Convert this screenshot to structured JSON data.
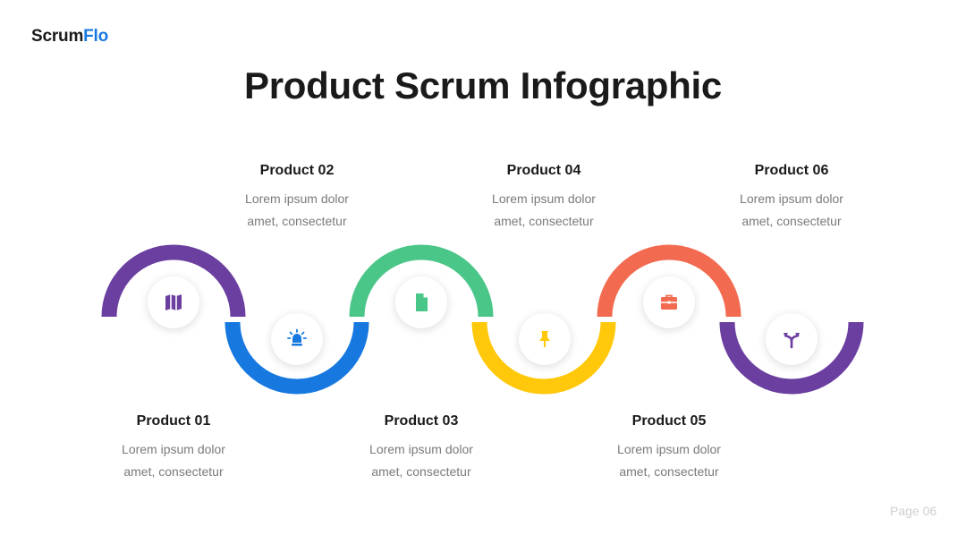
{
  "brand": {
    "part1": "Scrum",
    "part2": "Flo"
  },
  "title": "Product Scrum Infographic",
  "colors": {
    "purple": "#6b3fa0",
    "blue": "#1779e0",
    "green": "#4bc689",
    "yellow": "#ffc80a",
    "orange": "#f26b50"
  },
  "steps": [
    {
      "name": "Product 01",
      "desc1": "Lorem ipsum dolor",
      "desc2": "amet, consectetur",
      "icon": "map-icon"
    },
    {
      "name": "Product 02",
      "desc1": "Lorem ipsum dolor",
      "desc2": "amet, consectetur",
      "icon": "lightbulb-icon"
    },
    {
      "name": "Product 03",
      "desc1": "Lorem ipsum dolor",
      "desc2": "amet, consectetur",
      "icon": "document-icon"
    },
    {
      "name": "Product 04",
      "desc1": "Lorem ipsum dolor",
      "desc2": "amet, consectetur",
      "icon": "pushpin-icon"
    },
    {
      "name": "Product 05",
      "desc1": "Lorem ipsum dolor",
      "desc2": "amet, consectetur",
      "icon": "briefcase-icon"
    },
    {
      "name": "Product 06",
      "desc1": "Lorem ipsum dolor",
      "desc2": "amet, consectetur",
      "icon": "split-arrows-icon"
    }
  ],
  "page": "Page 06"
}
